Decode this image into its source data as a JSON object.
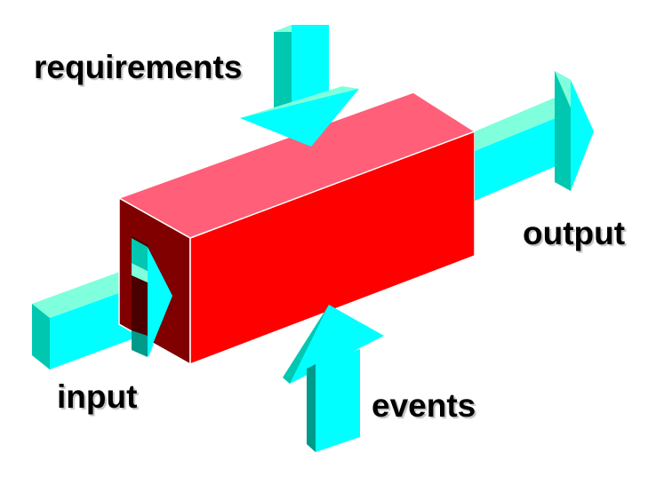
{
  "labels": {
    "requirements": "requirements",
    "output": "output",
    "input": "input",
    "events": "events"
  },
  "colors": {
    "box_top": "#ff5f78",
    "box_front": "#ff0000",
    "box_end": "#800000",
    "arrow_face": "#00ffff",
    "arrow_light": "#80ffdd",
    "arrow_side": "#00c8b0",
    "arrow_dark": "#009a8a"
  }
}
